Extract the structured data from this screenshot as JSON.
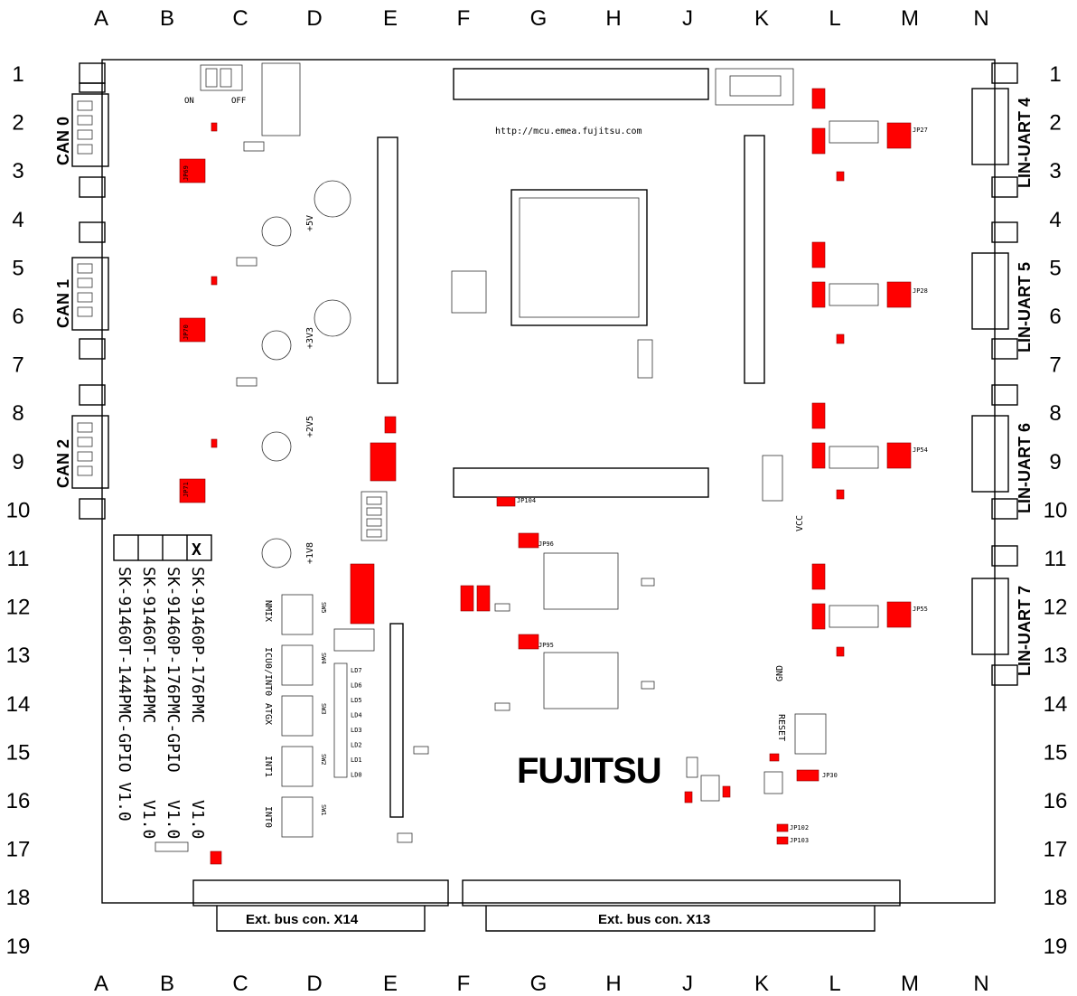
{
  "grid": {
    "columns": [
      "A",
      "B",
      "C",
      "D",
      "E",
      "F",
      "G",
      "H",
      "J",
      "K",
      "L",
      "M",
      "N"
    ],
    "rows": [
      "1",
      "2",
      "3",
      "4",
      "5",
      "6",
      "7",
      "8",
      "9",
      "10",
      "11",
      "12",
      "13",
      "14",
      "15",
      "16",
      "17",
      "18",
      "19"
    ]
  },
  "side_labels": {
    "left": [
      "CAN 0",
      "CAN 1",
      "CAN 2"
    ],
    "right": [
      "LIN-UART 4",
      "LIN-UART 5",
      "LIN-UART 6",
      "LIN-UART 7"
    ]
  },
  "connectors": {
    "x14": "Ext. bus con. X14",
    "x13": "Ext. bus con. X13"
  },
  "variants": {
    "checkbox_mark": "X",
    "lines": [
      "SK-91460P-176PMC",
      "SK-91460P-176PMC-GPIO V1.0",
      "SK-91460T-144PMC",
      "SK-91460T-144PMC-GPIO V1.0"
    ],
    "line1": "SK-91460P-176PMC",
    "line2a": "SK-91460P-176PMC-GPIO",
    "line2b": "V1.0",
    "line3a": "SK-91460T-144PMC",
    "line3b": "V1.0",
    "line4": "SK-91460T-144PMC-GPIO V1.0",
    "v1": "V1.0",
    "v2": "V1.0"
  },
  "board": {
    "url": "http://mcu.emea.fujitsu.com",
    "brand": "FUJITSU",
    "switches": [
      "NMIX",
      "ICU0/INT0",
      "ATGX",
      "INT1",
      "INT0"
    ],
    "switch_ids": [
      "SW5",
      "SW4",
      "SW3",
      "SW2",
      "SW1"
    ],
    "leds": [
      "LD7",
      "LD6",
      "LD5",
      "LD4",
      "LD3",
      "LD2",
      "LD1",
      "LD0"
    ],
    "voltages": [
      "+5V",
      "+3V3",
      "+2V5",
      "+1V8"
    ],
    "on_off": [
      "ON",
      "OFF"
    ],
    "reset": "RESET",
    "vcc": "VCC",
    "gnd": "GND",
    "labels_red": [
      "JP104",
      "JP96",
      "JP95",
      "JP102",
      "JP103",
      "JP30",
      "JP27",
      "JP28",
      "JP54",
      "JP55",
      "JP70",
      "JP71",
      "JP69"
    ]
  }
}
